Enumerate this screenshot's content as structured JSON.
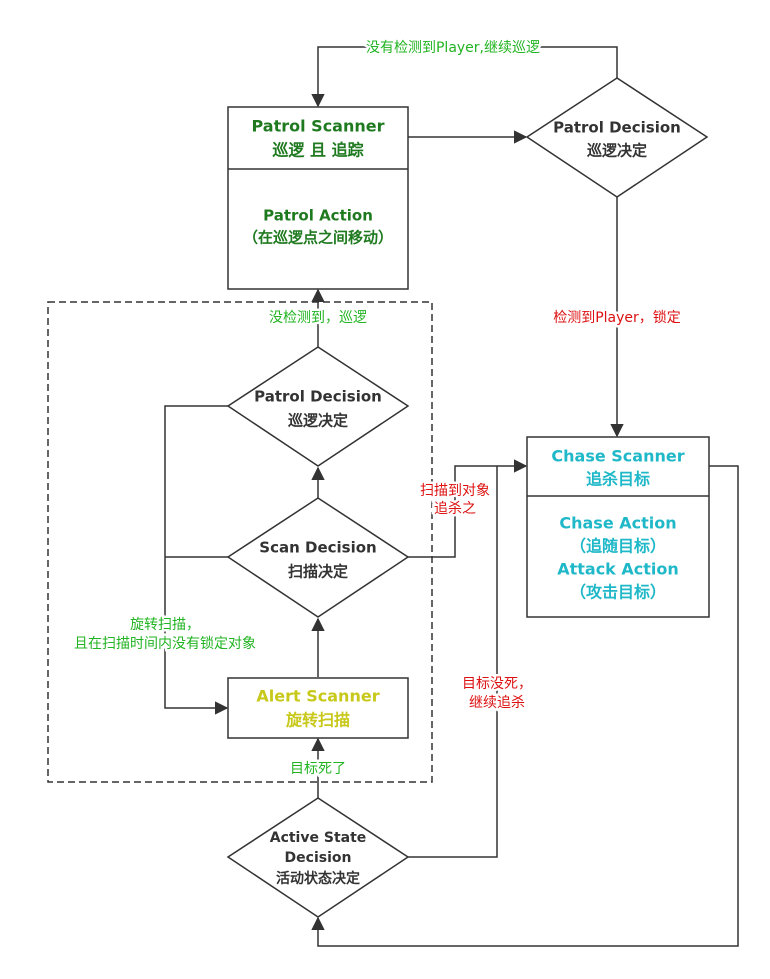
{
  "colors": {
    "green_title": "#1f7a1f",
    "green_label": "#22b422",
    "red_label": "#dd1111",
    "cyan": "#1fb8c8",
    "yellow": "#c8c81a",
    "dark": "#333333"
  },
  "nodes": {
    "patrol_scanner": {
      "title": "Patrol Scanner",
      "subtitle": "巡逻 且 追踪",
      "action": "Patrol Action",
      "action_sub": "（在巡逻点之间移动）"
    },
    "patrol_decision_top": {
      "title": "Patrol Decision",
      "subtitle": "巡逻决定"
    },
    "patrol_decision_inner": {
      "title": "Patrol Decision",
      "subtitle": "巡逻决定"
    },
    "scan_decision": {
      "title": "Scan Decision",
      "subtitle": "扫描决定"
    },
    "alert_scanner": {
      "title": "Alert Scanner",
      "subtitle": "旋转扫描"
    },
    "active_state": {
      "line1": "Active State",
      "line2": "Decision",
      "subtitle": "活动状态决定"
    },
    "chase_scanner": {
      "title": "Chase Scanner",
      "subtitle": "追杀目标",
      "action1": "Chase Action",
      "action1_sub": "（追随目标）",
      "action2": "Attack Action",
      "action2_sub": "（攻击目标）"
    }
  },
  "edge_labels": {
    "no_player_continue": "没有检测到Player,继续巡逻",
    "detect_player_lock": "检测到Player，锁定",
    "not_detected_patrol": "没检测到，巡逻",
    "scan_found_line1": "扫描到对象",
    "scan_found_line2": "追杀之",
    "rotate_line1": "旋转扫描，",
    "rotate_line2": "且在扫描时间内没有锁定对象",
    "target_dead": "目标死了",
    "target_alive_line1": "目标没死，",
    "target_alive_line2": "继续追杀"
  }
}
